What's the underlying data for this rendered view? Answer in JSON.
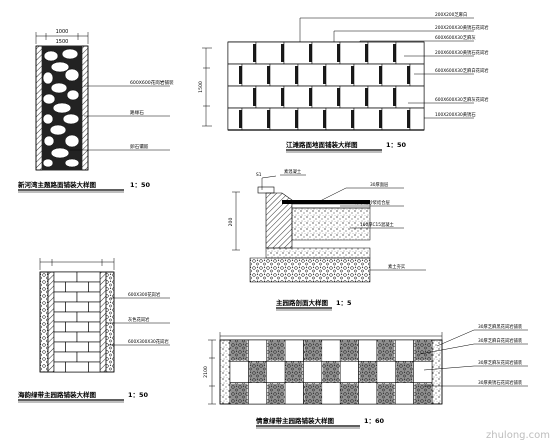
{
  "dims": {
    "d1000": "1000",
    "d1500": "1500",
    "d200": "200",
    "d2100": "2100",
    "d1500_p1": "1500"
  },
  "drawings": {
    "top_left": {
      "annotations": [
        "600X600花岗岩铺装",
        "路缘石",
        "卵石镶嵌"
      ],
      "title": "新河湾主题路面铺装大样图",
      "scale": "1：50"
    },
    "top_right": {
      "annotations": [
        "200X200芝麻白",
        "200X200X30黄锈石花岗岩",
        "600X600X30芝麻灰",
        "200X600X30黄锈石花岗岩",
        "600X600X30芝麻白花岗岩",
        "600X600X30芝麻灰花岗岩",
        "100X200X30黄锈石"
      ],
      "title": "江滩路面地面铺装大样图",
      "scale": "1：50"
    },
    "middle": {
      "annotations": [
        "S1",
        "素混凝土",
        "30厚面层",
        "20厚水泥砂浆结合层",
        "100厚C15混凝土",
        "素土夯实"
      ],
      "title": "主园路剖面大样图",
      "scale": "1：5"
    },
    "bottom_left": {
      "annotations": [
        "600X300花岗岩",
        "灰色花岗岩",
        "600X300X30花岗岩"
      ],
      "title": "海韵绿带主园路铺装大样图",
      "scale": "1：50"
    },
    "bottom_right": {
      "annotations": [
        "30厚芝麻黑花岗岩铺装",
        "30厚芝麻白花岗岩铺装",
        "30厚芝麻灰花岗岩铺装",
        "30厚黄锈石花岗岩铺装"
      ],
      "title": "情意绿带主园路铺装大样图",
      "scale": "1：60"
    }
  },
  "watermark": "zhulong.com"
}
